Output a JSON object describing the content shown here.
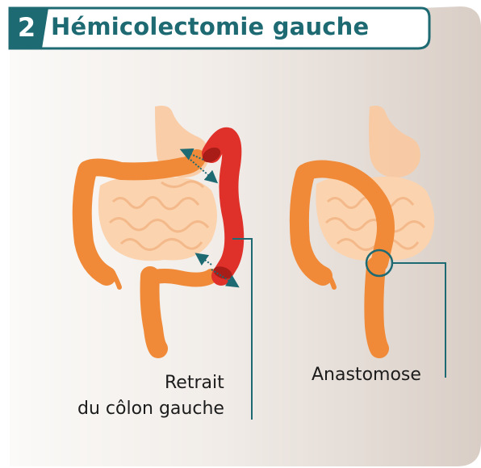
{
  "step_number": "2",
  "title": "Hémicolectomie gauche",
  "labels": {
    "removal_line1": "Retrait",
    "removal_line2": "du côlon gauche",
    "anastomosis": "Anastomose"
  },
  "colors": {
    "accent_teal": "#1e6a73",
    "colon_orange": "#f08a38",
    "removed_red": "#e0302a",
    "organ_light": "#f9c9a0",
    "background_gradient_end": "#d9cec6"
  }
}
